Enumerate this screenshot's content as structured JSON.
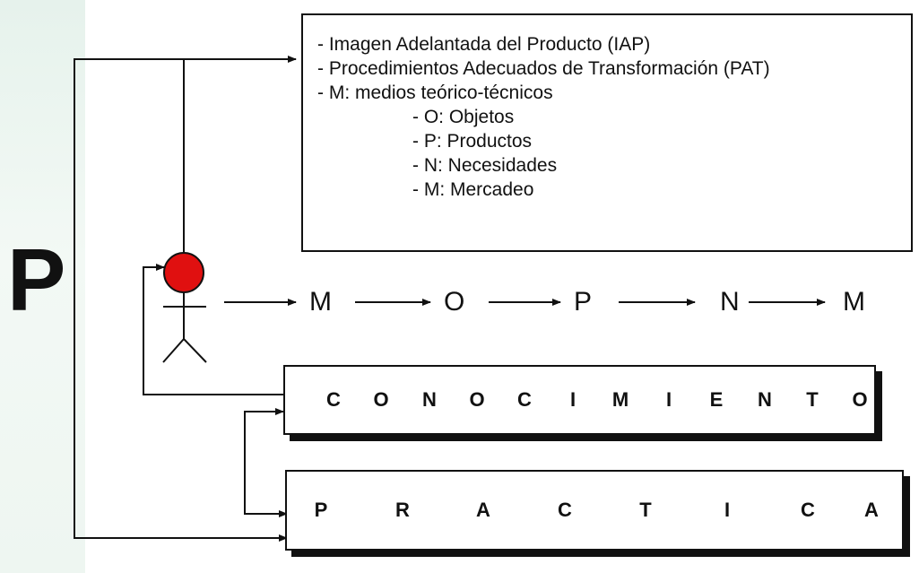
{
  "side_letter": "P",
  "info_box": {
    "lines": [
      "- Imagen Adelantada del Producto (IAP)",
      "- Procedimientos Adecuados de Transformación (PAT)",
      "- M: medios teórico-técnicos",
      "- O: Objetos",
      "- P: Productos",
      "- N: Necesidades",
      "- M: Mercadeo"
    ]
  },
  "flow": [
    "M",
    "O",
    "P",
    "N",
    "M"
  ],
  "conocimiento": {
    "letters": [
      "C",
      "O",
      "N",
      "O",
      "C",
      "I",
      "M",
      "I",
      "E",
      "N",
      "T",
      "O"
    ]
  },
  "practica": {
    "letters": [
      "P",
      "R",
      "A",
      "C",
      "T",
      "I",
      "C",
      "A"
    ]
  },
  "colors": {
    "head": "#e01010",
    "line": "#111111"
  }
}
